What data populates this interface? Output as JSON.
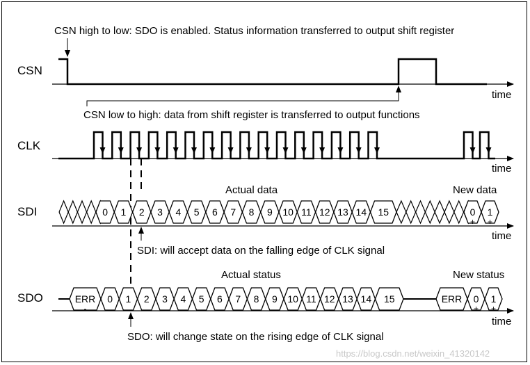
{
  "signals": {
    "csn": "CSN",
    "clk": "CLK",
    "sdi": "SDI",
    "sdo": "SDO"
  },
  "axis_label": "time",
  "annotations": {
    "csn_fall": "CSN high to low: SDO is enabled. Status information transferred to output shift register",
    "csn_rise": "CSN low to high: data from shift register is transferred to output functions",
    "sdi_note": "SDI: will accept data on the falling edge of CLK signal",
    "sdo_note": "SDO: will change state on the rising edge of CLK signal"
  },
  "sdi": {
    "header": "Actual data",
    "tail_header": "New data",
    "cells": [
      "0",
      "1",
      "2",
      "3",
      "4",
      "5",
      "6",
      "7",
      "8",
      "9",
      "10",
      "11",
      "12",
      "13",
      "14",
      "15"
    ],
    "tail_cells": [
      "0",
      "1"
    ],
    "tail_marks": [
      "+",
      "+"
    ]
  },
  "sdo": {
    "header": "Actual status",
    "tail_header": "New status",
    "err_label": "ERR",
    "err_mark": "-",
    "cells": [
      "0",
      "1",
      "2",
      "3",
      "4",
      "5",
      "6",
      "7",
      "8",
      "9",
      "10",
      "11",
      "12",
      "13",
      "14",
      "15"
    ],
    "tail_err": "ERR",
    "tail_cells": [
      "0",
      "1"
    ],
    "tail_marks": [
      "+",
      "+"
    ]
  },
  "watermark": "https://blog.csdn.net/weixin_41320142"
}
